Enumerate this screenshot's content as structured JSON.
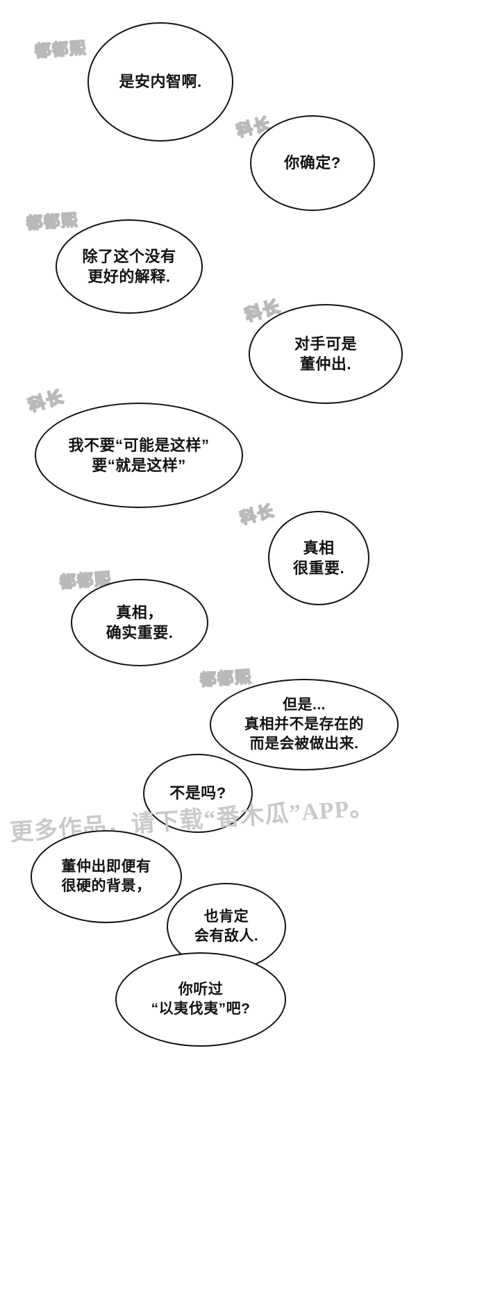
{
  "page": {
    "type": "webtoon-comic-page",
    "background_color": "#ffffff",
    "bubble_outline_color": "#15120f",
    "bubble_fill_color": "#ffffff",
    "text_color": "#121212",
    "speaker_tag_color": "#b9b9b9",
    "watermark_color": "#c9c9c9"
  },
  "speakers": {
    "dodohee": "都都熙",
    "kezhang": "科长"
  },
  "panels": [
    {
      "id": "bubble-1",
      "speaker": "都都熙",
      "text": "是安内智啊."
    },
    {
      "id": "bubble-2",
      "speaker": "科长",
      "text": "你确定?"
    },
    {
      "id": "bubble-3",
      "speaker": "都都熙",
      "text": "除了这个没有\n更好的解释."
    },
    {
      "id": "bubble-4",
      "speaker": "科长",
      "text": "对手可是\n董仲出."
    },
    {
      "id": "bubble-5",
      "speaker": "科长",
      "text": "我不要“可能是这样”\n要“就是这样”"
    },
    {
      "id": "bubble-6",
      "speaker": "科长",
      "text": "真相\n很重要."
    },
    {
      "id": "bubble-7",
      "speaker": "都都熙",
      "text": "真相，\n确实重要."
    },
    {
      "id": "bubble-8",
      "speaker": "都都熙",
      "text": "但是...\n真相并不是存在的\n而是会被做出来."
    },
    {
      "id": "bubble-9",
      "speaker": "",
      "text": "不是吗?"
    },
    {
      "id": "bubble-10",
      "speaker": "",
      "text": "董仲出即便有\n很硬的背景，"
    },
    {
      "id": "bubble-11",
      "speaker": "",
      "text": "也肯定\n会有敌人."
    },
    {
      "id": "bubble-12",
      "speaker": "",
      "text": "你听过\n“以夷伐夷”吧?"
    }
  ],
  "watermark": {
    "text": "更多作品，请下载“番木瓜”APP。"
  }
}
